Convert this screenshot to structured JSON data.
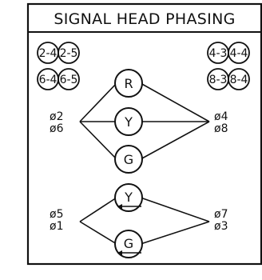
{
  "title": "SIGNAL HEAD PHASING",
  "bubbles": {
    "top_left": [
      "2-4",
      "2-5"
    ],
    "bottom_left": [
      "6-4",
      "6-5"
    ],
    "top_right": [
      "4-3",
      "4-4"
    ],
    "bottom_right": [
      "8-3",
      "8-4"
    ]
  },
  "upper_head": {
    "lamps": [
      "R",
      "Y",
      "G"
    ],
    "left_phases": [
      "ø2",
      "ø6"
    ],
    "right_phases": [
      "ø4",
      "ø8"
    ]
  },
  "lower_head": {
    "lamps": [
      "Y",
      "G"
    ],
    "left_phases": [
      "ø5",
      "ø1"
    ],
    "right_phases": [
      "ø7",
      "ø3"
    ]
  }
}
